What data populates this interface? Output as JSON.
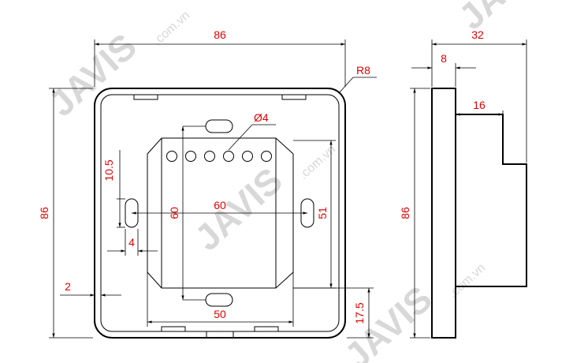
{
  "front_view": {
    "width": "86",
    "height": "86",
    "corner_radius": "R8",
    "hole_diameter": "Ø4",
    "slot_vertical_spacing": "60",
    "slot_horizontal_spacing": "60",
    "slot_height": "10.5",
    "slot_offset": "4",
    "frame_thickness": "2",
    "module_height": "51",
    "module_width": "50",
    "bottom_offset": "17.5"
  },
  "side_view": {
    "depth": "32",
    "plate_thickness": "8",
    "height": "86",
    "step": "16"
  },
  "watermark": {
    "brand": "JAVIS",
    "domain": ".com.vn"
  },
  "colors": {
    "dimension_text": "#e00000",
    "outline": "#000000",
    "watermark": "#d8d8d8",
    "watermark_accent": "#f0a080"
  }
}
